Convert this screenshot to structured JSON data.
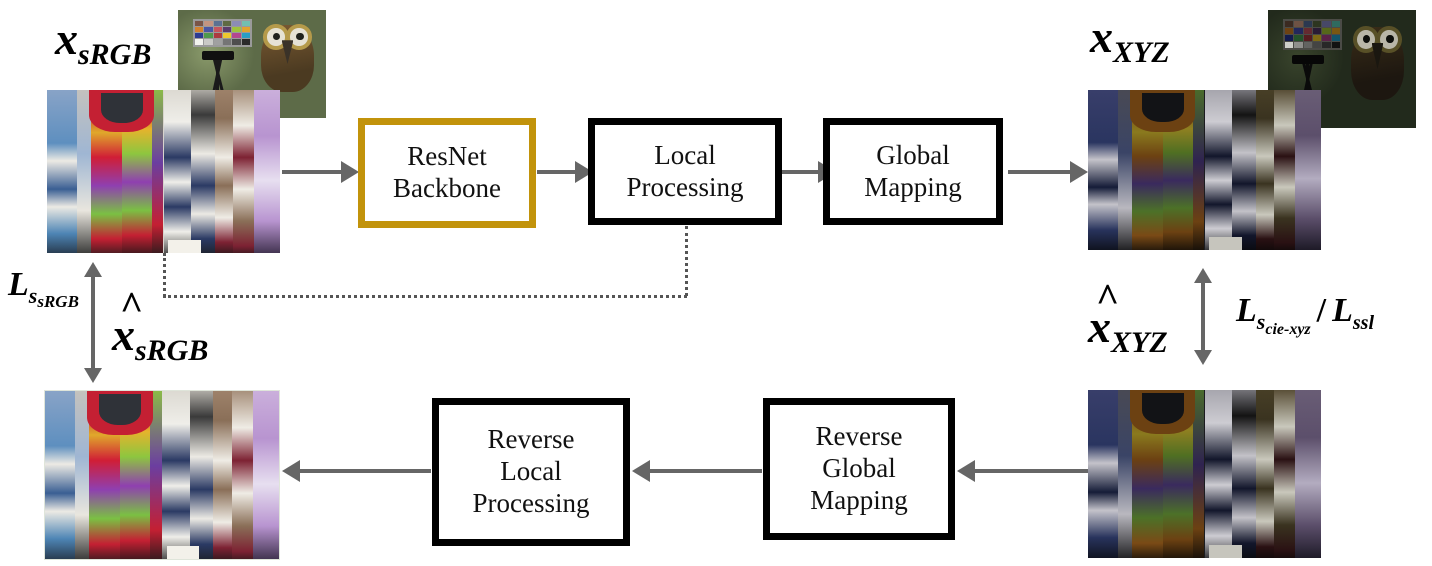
{
  "figure": {
    "title": "sRGB to CIE-XYZ conversion network architecture diagram",
    "accent_gold": "#C2930B",
    "accent_black": "#000000",
    "arrow_gray": "#666666"
  },
  "labels": {
    "input_var": "x",
    "input_sub": "sRGB",
    "xyz_var": "x",
    "xyz_sub": "XYZ",
    "hat_glyph": "^",
    "recon_srgb_var": "x",
    "recon_srgb_sub": "sRGB",
    "recon_xyz_var": "x",
    "recon_xyz_sub": "XYZ",
    "loss_srgb_L": "L",
    "loss_srgb_s": "s",
    "loss_srgb_sub": "sRGB",
    "loss_xyz_L": "L",
    "loss_xyz_s": "s",
    "loss_xyz_sub": "cie-xyz",
    "loss_divider": "/",
    "loss_ssl_L": "L",
    "loss_ssl_sub": "ssl"
  },
  "blocks": {
    "forward": [
      {
        "name": "resnet-backbone",
        "line1": "ResNet",
        "line2": "Backbone",
        "line3": "",
        "border": "gold"
      },
      {
        "name": "local-processing",
        "line1": "Local",
        "line2": "Processing",
        "line3": "",
        "border": "black"
      },
      {
        "name": "global-mapping",
        "line1": "Global",
        "line2": "Mapping",
        "line3": "",
        "border": "black"
      }
    ],
    "reverse": [
      {
        "name": "reverse-local-processing",
        "line1": "Reverse",
        "line2": "Local",
        "line3": "Processing",
        "border": "black"
      },
      {
        "name": "reverse-global-mapping",
        "line1": "Reverse",
        "line2": "Global",
        "line3": "Mapping",
        "border": "black"
      }
    ]
  },
  "photos": {
    "top_left_socks": "knitted-socks-srgb",
    "top_left_owl": "owl-colorchecker-srgb",
    "top_right_socks": "knitted-socks-xyz",
    "top_right_owl": "owl-colorchecker-xyz",
    "bottom_left_socks": "knitted-socks-reconstructed-srgb",
    "bottom_right_socks": "knitted-socks-reconstructed-xyz"
  }
}
